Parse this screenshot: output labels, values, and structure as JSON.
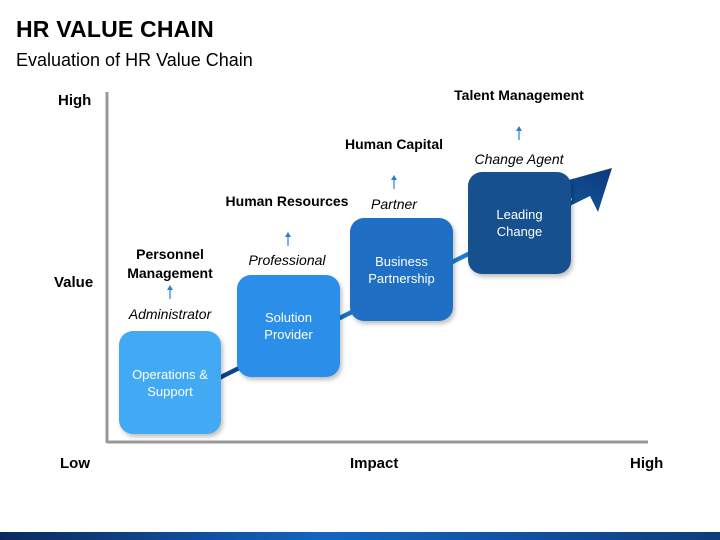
{
  "title": "HR VALUE CHAIN",
  "subtitle": "Evaluation of HR Value Chain",
  "axes": {
    "y_high": "High",
    "y_mid": "Value",
    "x_low": "Low",
    "x_mid": "Impact",
    "x_high": "High"
  },
  "stages": [
    {
      "title": "Personnel Management",
      "role": "Administrator",
      "box": "Operations & Support",
      "color": "#42aaf5"
    },
    {
      "title": "Human Resources",
      "role": "Professional",
      "box": "Solution Provider",
      "color": "#2b8ee8"
    },
    {
      "title": "Human Capital",
      "role": "Partner",
      "box": "Business Partnership",
      "color": "#1f6fc4"
    },
    {
      "title": "Talent Management",
      "role": "Change Agent",
      "box": "Leading Change",
      "color": "#16508f"
    }
  ],
  "colors": {
    "arrow_dark": "#1a4a8c",
    "arrow_light": "#1e90e6",
    "small_arrow": "#2a7fd4",
    "axis": "#999999"
  }
}
